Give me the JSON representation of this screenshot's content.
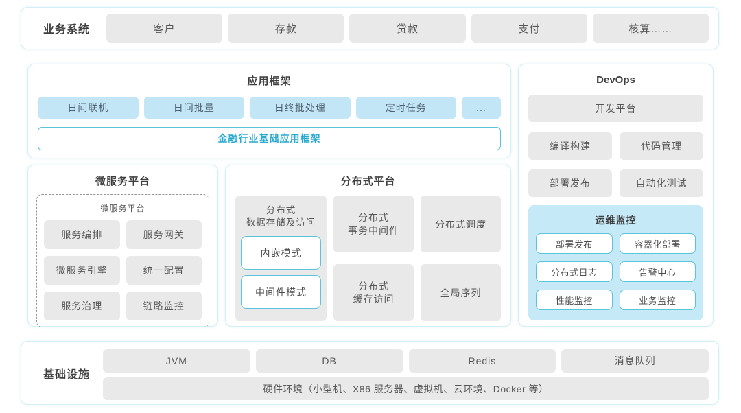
{
  "business_systems": {
    "label": "业务系统",
    "items": [
      "客户",
      "存款",
      "贷款",
      "支付",
      "核算……"
    ]
  },
  "app_framework": {
    "title": "应用框架",
    "items": [
      "日间联机",
      "日间批量",
      "日终批处理",
      "定时任务",
      "..."
    ],
    "base_framework": "金融行业基础应用框架"
  },
  "microservice_platform": {
    "title": "微服务平台",
    "inner_title": "微服务平台",
    "items": [
      "服务编排",
      "服务网关",
      "微服务引擎",
      "统一配置",
      "服务治理",
      "链路监控"
    ]
  },
  "distributed_platform": {
    "title": "分布式平台",
    "storage_title": "分布式\n数据存储及访问",
    "storage_modes": [
      "内嵌模式",
      "中间件模式"
    ],
    "cells": [
      "分布式\n事务中间件",
      "分布式调度",
      "分布式\n缓存访问",
      "全局序列"
    ]
  },
  "devops": {
    "title": "DevOps",
    "dev_platform": "开发平台",
    "items": [
      "编译构建",
      "代码管理",
      "部署发布",
      "自动化测试"
    ],
    "ops_monitoring": {
      "title": "运维监控",
      "items": [
        "部署发布",
        "容器化部署",
        "分布式日志",
        "告警中心",
        "性能监控",
        "业务监控"
      ]
    }
  },
  "infrastructure": {
    "label": "基础设施",
    "items": [
      "JVM",
      "DB",
      "Redis",
      "消息队列"
    ],
    "hardware": "硬件环境（小型机、X86 服务器、虚拟机、云环境、Docker 等）"
  },
  "colors": {
    "accent_cyan_border": "#5ac4da",
    "accent_cyan_text": "#2aaad0",
    "light_blue_fill": "#c3e6f6",
    "ops_panel_fill": "#c6e9f8",
    "gray_fill": "#e9e9e9",
    "panel_border": "#d2eff6"
  }
}
